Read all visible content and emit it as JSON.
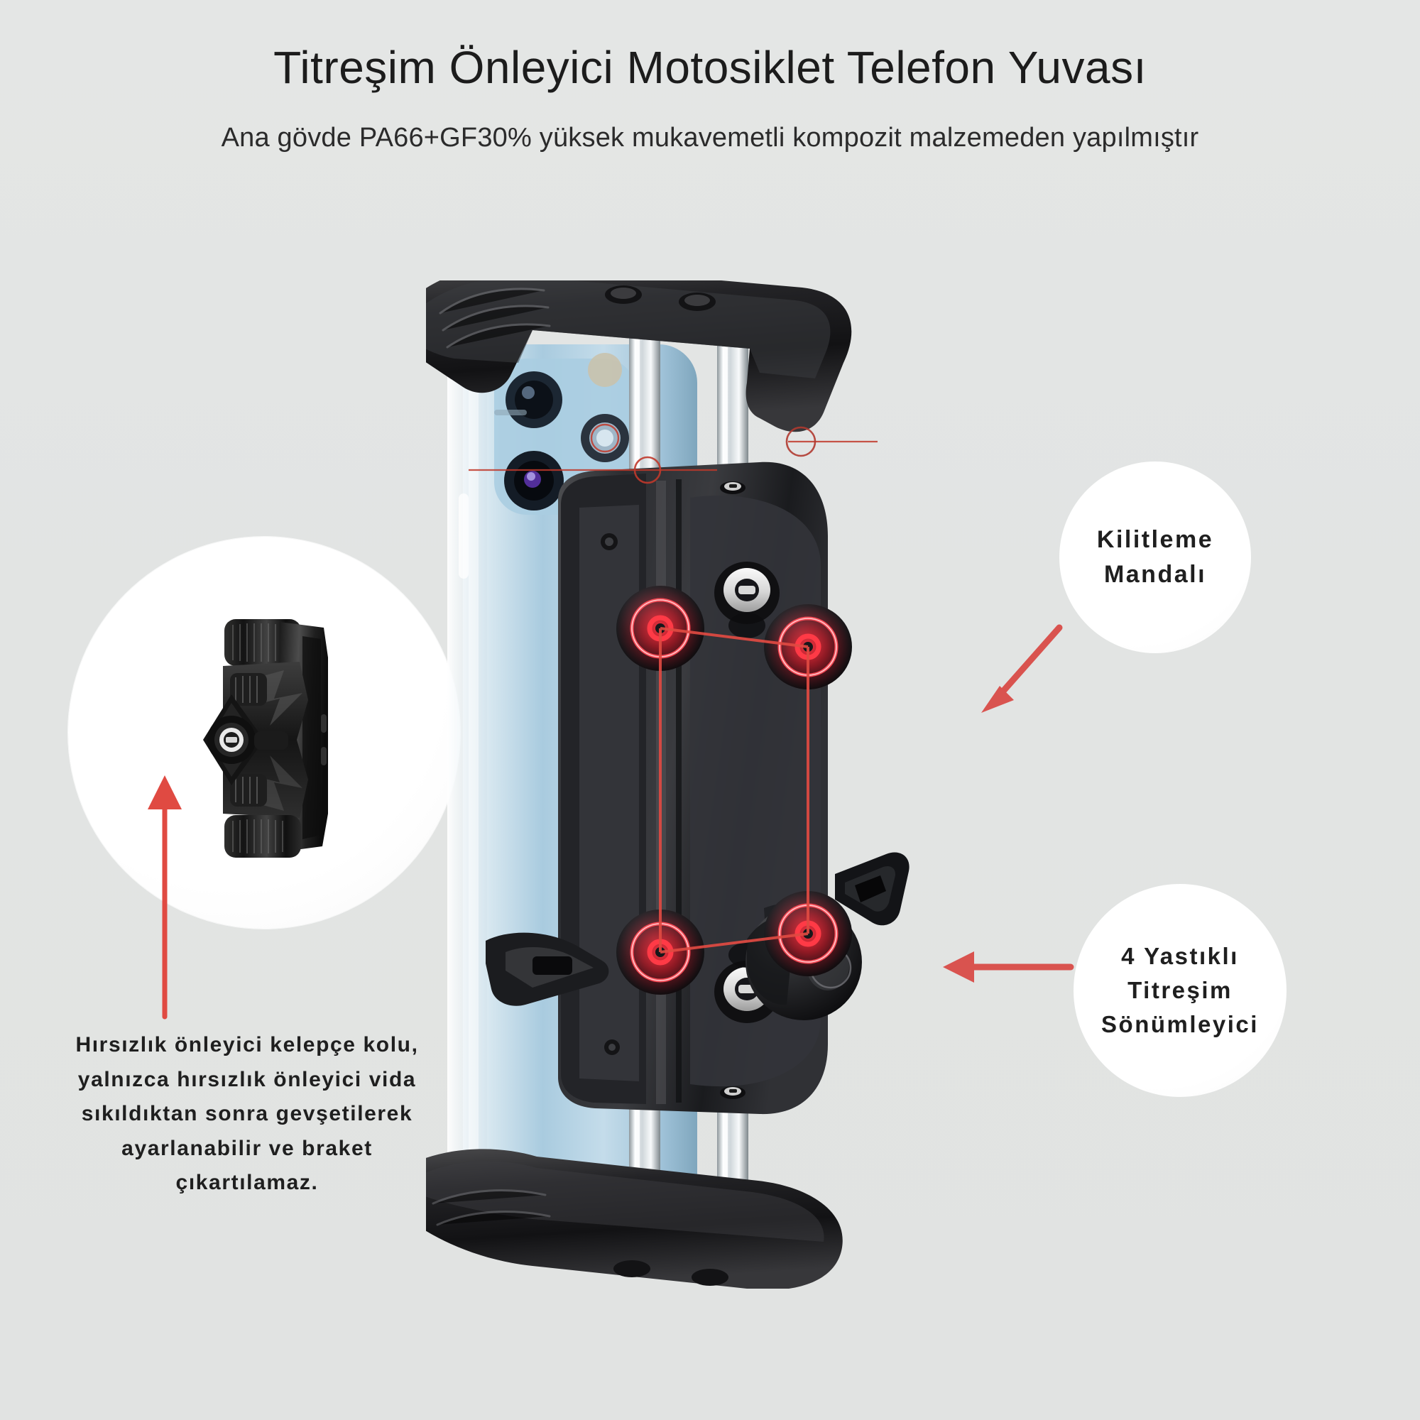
{
  "header": {
    "title": "Titreşim Önleyici Motosiklet Telefon Yuvası",
    "subtitle": "Ana gövde PA66+GF30% yüksek mukavemetli kompozit malzemeden yapılmıştır"
  },
  "callouts": [
    {
      "id": "locking-latch",
      "lines": [
        "Kilitleme",
        "Mandalı"
      ],
      "line1": "Kilitleme",
      "line2": "Mandalı",
      "arrow": "points-down-left-to-latch"
    },
    {
      "id": "vibration-damper",
      "lines": [
        "4 Yastıklı",
        "Titreşim",
        "Sönümleyici"
      ],
      "line1": "4 Yastıklı",
      "line2": "Titreşim",
      "line3": "Sönümleyici",
      "arrow": "points-left-to-damper"
    }
  ],
  "caption": {
    "line1": "Hırsızlık önleyici kelepçe kolu,",
    "line2": "yalnızca hırsızlık önleyici vida",
    "line3": "sıkıldıktan sonra gevşetilerek",
    "line4": "ayarlanabilir ve braket",
    "line5": "çıkartılamaz."
  },
  "inset": {
    "label": "anti-theft-clamp-lever-detail"
  },
  "product": {
    "label": "motorcycle-phone-mount-with-phone",
    "damper_count": 4
  },
  "colors": {
    "background": "#e3e5e4",
    "accent_red": "#d9534f",
    "glow_red": "#ff1f2e",
    "text_dark": "#1c1c1c",
    "body_black": "#1a1a1c",
    "phone_blue": "#b9d4e4"
  }
}
